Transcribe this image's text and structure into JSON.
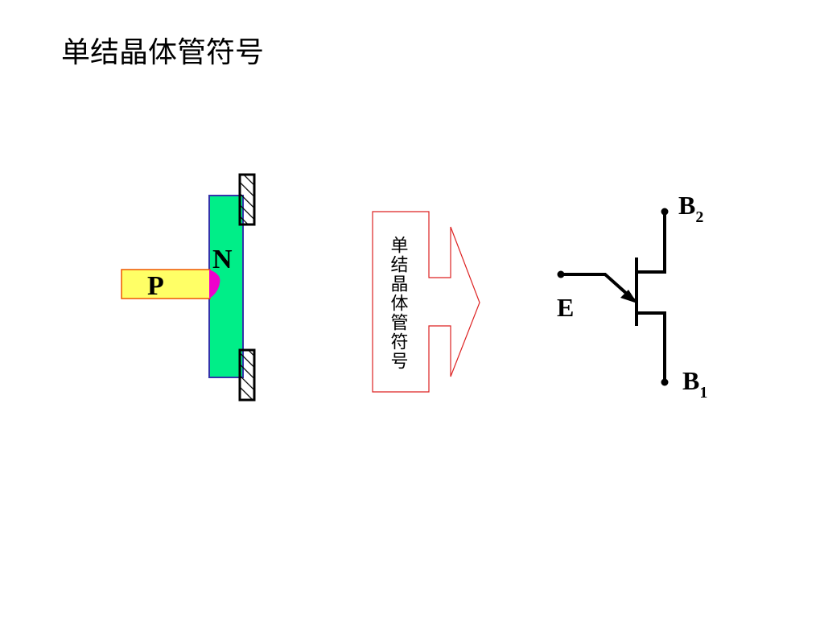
{
  "title": "单结晶体管符号",
  "structure": {
    "p_label": "P",
    "n_label": "N"
  },
  "arrow": {
    "text": "单结晶体管符号"
  },
  "symbol": {
    "emitter_label": "E",
    "base2_label": "B",
    "base2_sub": "2",
    "base1_label": "B",
    "base1_sub": "1"
  },
  "colors": {
    "n_region": "#00ee88",
    "n_border": "#3333aa",
    "p_region": "#ffff66",
    "p_border": "#ee5500",
    "junction": "#ee00cc",
    "arrow_outline": "#dd2222"
  }
}
